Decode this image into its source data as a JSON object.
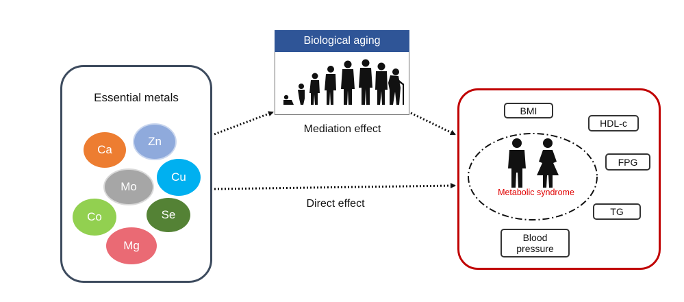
{
  "metals_panel": {
    "title": "Essential metals",
    "metals": [
      {
        "symbol": "Ca",
        "color": "#ed7d31"
      },
      {
        "symbol": "Zn",
        "color": "#8faadc"
      },
      {
        "symbol": "Cu",
        "color": "#00b0f0"
      },
      {
        "symbol": "Mo",
        "color": "#a6a6a6"
      },
      {
        "symbol": "Co",
        "color": "#92d050"
      },
      {
        "symbol": "Se",
        "color": "#548235"
      },
      {
        "symbol": "Mg",
        "color": "#ea6a74"
      }
    ],
    "border_color": "#3d4b5e"
  },
  "mediator": {
    "header": "Biological aging",
    "header_color": "#2f5597",
    "image_icon": "human-growth-aging-silhouettes-icon"
  },
  "paths": {
    "mediation_label": "Mediation effect",
    "direct_label": "Direct effect"
  },
  "outcome_panel": {
    "border_color": "#c00000",
    "center_label": "Metabolic syndrome",
    "center_label_color": "#e00000",
    "center_icon": "man-woman-icon",
    "components": {
      "bmi": "BMI",
      "hdl": "HDL-c",
      "fpg": "FPG",
      "tg": "TG",
      "bp_line1": "Blood",
      "bp_line2": "pressure"
    }
  }
}
